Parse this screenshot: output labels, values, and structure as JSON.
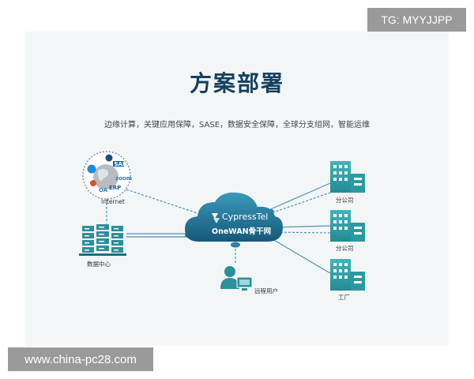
{
  "watermarks": {
    "top_right": "TG: MYYJJPP",
    "bottom_left": "www.china-pc28.com"
  },
  "header": {
    "title": "方案部署",
    "subtitle": "边缘计算，关键应用保障，SASE，数据安全保障，全球分支组网，智能运维"
  },
  "diagram": {
    "cloud_brand": "CypressTel",
    "cloud_name": "OneWAN骨干网",
    "internet_label": "Internet",
    "internet_apps": [
      "SAP",
      "zoom",
      "ERP",
      "OA"
    ],
    "datacenter_label": "数据中心",
    "remote_user_label": "远程用户",
    "branch_labels": [
      "分公司",
      "分公司",
      "工厂"
    ]
  },
  "colors": {
    "title": "#14405f",
    "accent": "#2a8a9e",
    "cloud": "#1d6f92",
    "line_solid": "#4f94b5",
    "line_dashed": "#4f94b5"
  }
}
